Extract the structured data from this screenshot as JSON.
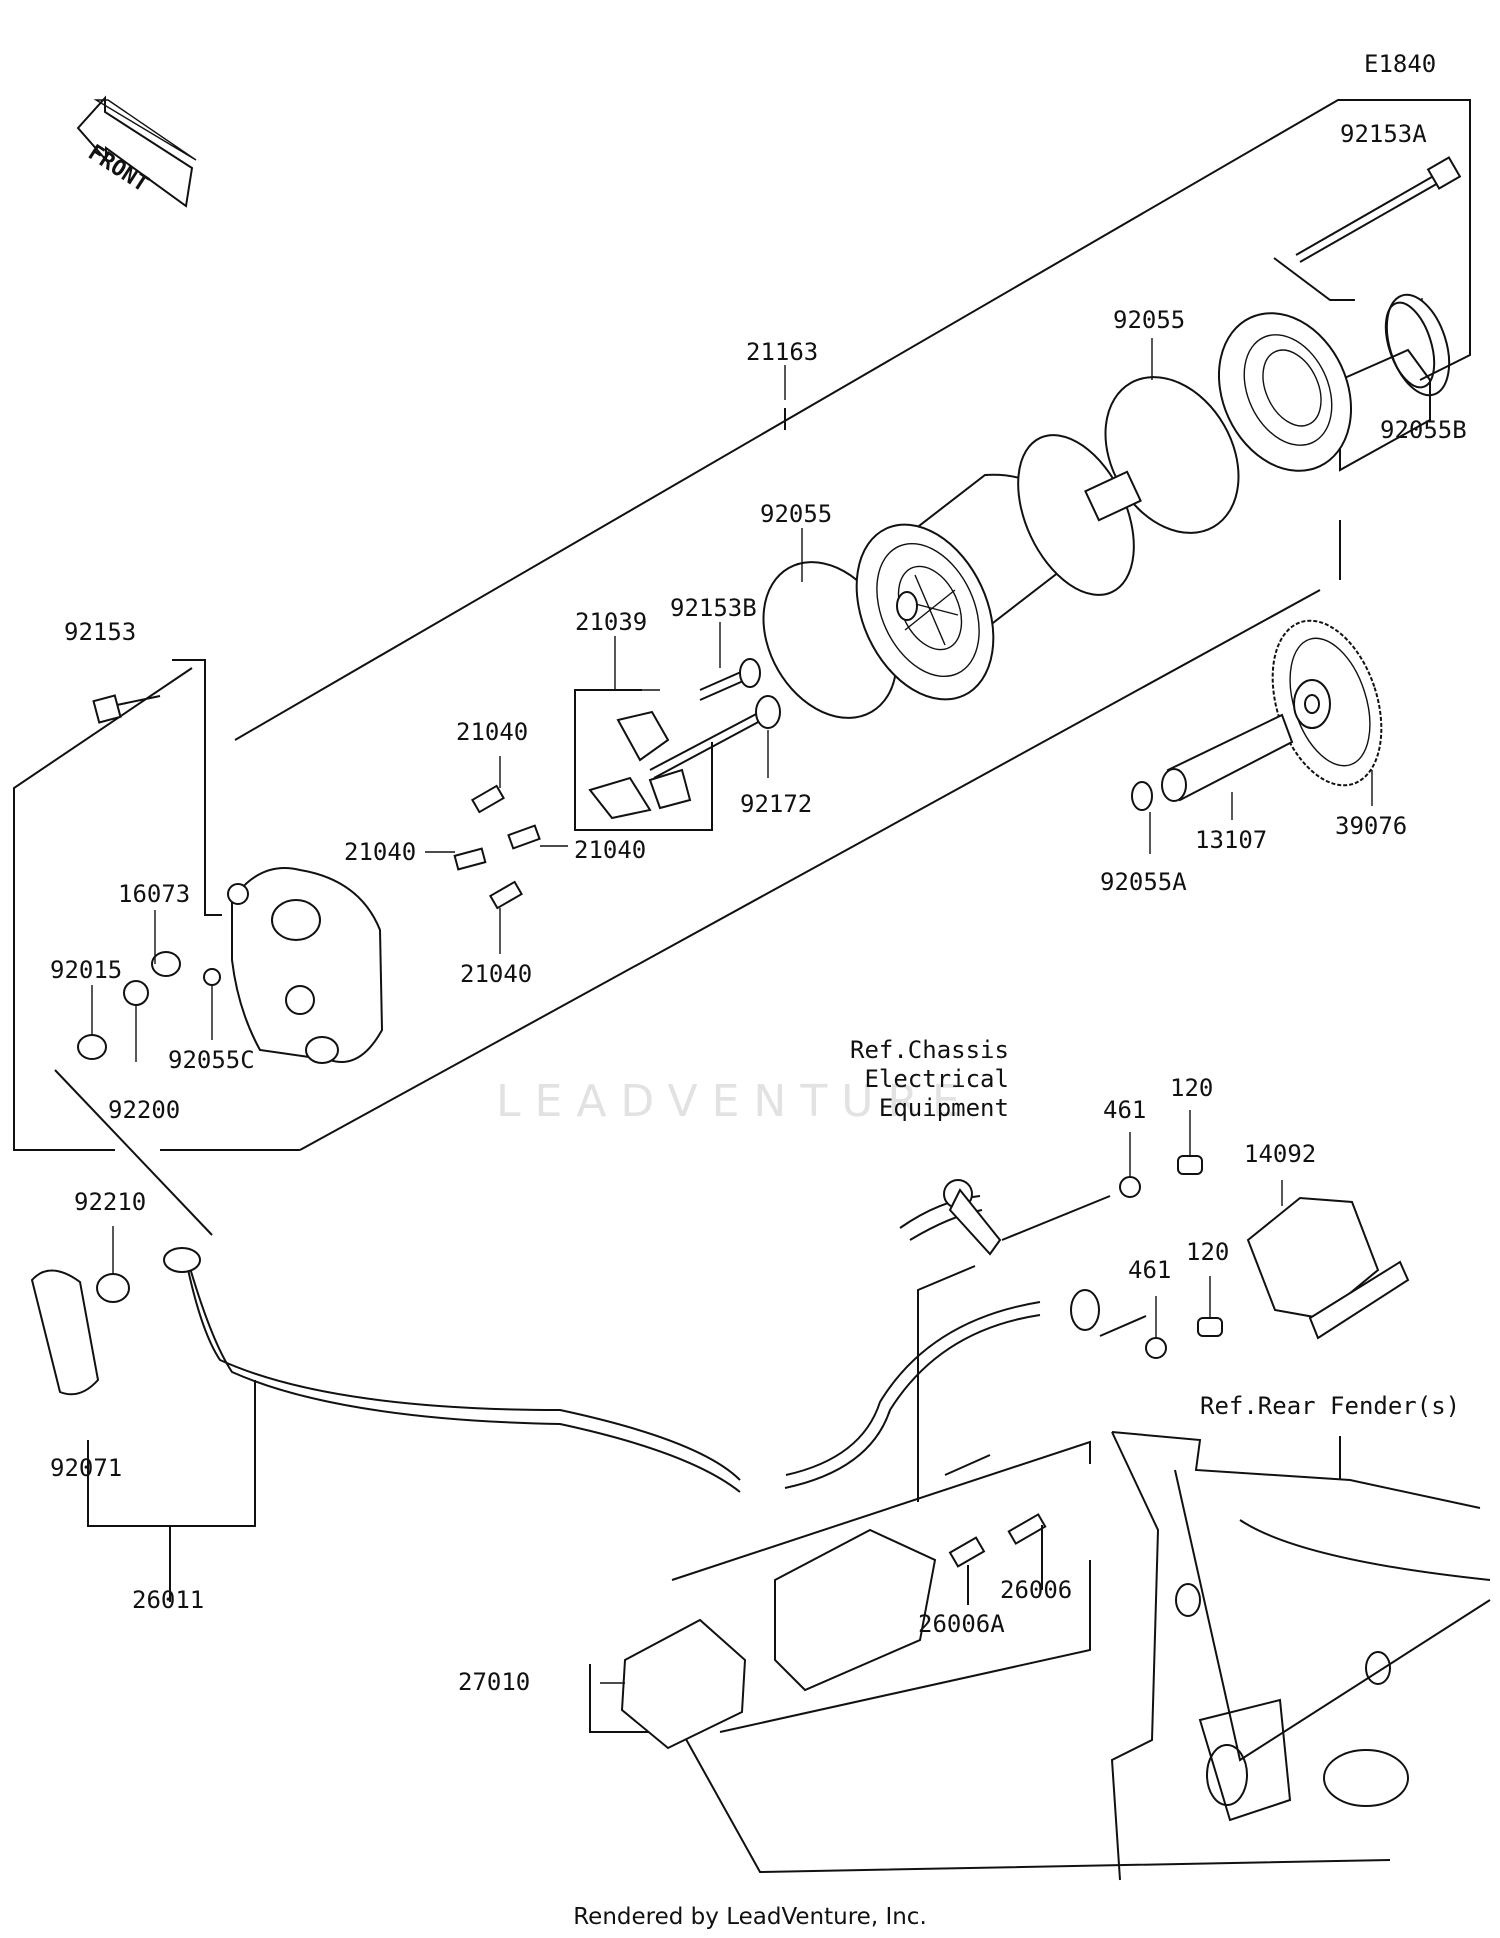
{
  "diagram_code": "E1840",
  "front_label": "FRONT",
  "watermark": "LEADVENTURE",
  "credit": "Rendered by LeadVenture, Inc.",
  "references": {
    "chassis": "Ref.Chassis\nElectrical\nEquipment",
    "rear_fender": "Ref.Rear Fender(s)"
  },
  "part_numbers": {
    "p92153A": "92153A",
    "p21163": "21163",
    "p92055_top": "92055",
    "p92055B": "92055B",
    "p92055_mid": "92055",
    "p21039": "21039",
    "p92153B": "92153B",
    "p92153": "92153",
    "p21040_a": "21040",
    "p21040_b": "21040",
    "p21040_c": "21040",
    "p21040_d": "21040",
    "p92172": "92172",
    "p13107": "13107",
    "p39076": "39076",
    "p92055A": "92055A",
    "p16073": "16073",
    "p92015": "92015",
    "p92055C": "92055C",
    "p92200": "92200",
    "p461_a": "461",
    "p120_a": "120",
    "p14092": "14092",
    "p461_b": "461",
    "p120_b": "120",
    "p92210": "92210",
    "p92071": "92071",
    "p26011": "26011",
    "p26006": "26006",
    "p26006A": "26006A",
    "p27010": "27010"
  }
}
